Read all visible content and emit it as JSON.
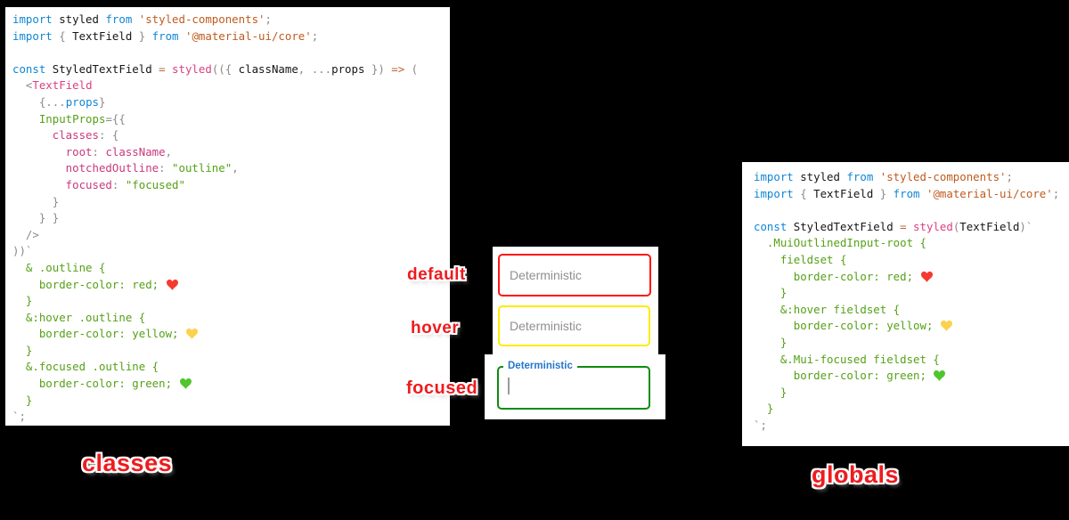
{
  "page": {
    "background": "#000000"
  },
  "annotations": {
    "default_label": "default",
    "hover_label": "hover",
    "focused_label": "focused",
    "classes_label": "classes",
    "globals_label": "globals",
    "color": "#ee1b1f"
  },
  "fields": {
    "placeholder": "Deterministic",
    "focused_floating_label": "Deterministic",
    "default_border": "#ff1414",
    "hover_border": "#ffeb00",
    "focused_border": "#0e8c0e",
    "focused_label_color": "#2578cc",
    "caret_color": "#9a9a9a"
  },
  "icons": {
    "heart_red": "#f5392e",
    "heart_yellow": "#fcd14d",
    "heart_green": "#4fc52e"
  },
  "token_colors": {
    "keyword": "#1086d3",
    "identifier": "#161616",
    "punctuation": "#8a8a8a",
    "string": "#bf5b1d",
    "component": "#dc3f82",
    "object_key": "#c9397e",
    "css_green": "#55a117",
    "operator": "#b4693a"
  },
  "left_code": {
    "lines": [
      [
        [
          "kw",
          "import "
        ],
        [
          "id",
          "styled "
        ],
        [
          "kw",
          "from "
        ],
        [
          "str",
          "'styled-components'"
        ],
        [
          "p",
          ";"
        ]
      ],
      [
        [
          "kw",
          "import "
        ],
        [
          "p",
          "{ "
        ],
        [
          "id",
          "TextField "
        ],
        [
          "p",
          "} "
        ],
        [
          "kw",
          "from "
        ],
        [
          "str",
          "'@material-ui/core'"
        ],
        [
          "p",
          ";"
        ]
      ],
      [],
      [
        [
          "kw",
          "const "
        ],
        [
          "id",
          "StyledTextField "
        ],
        [
          "op",
          "= "
        ],
        [
          "fn",
          "styled"
        ],
        [
          "p",
          "(({ "
        ],
        [
          "id",
          "className"
        ],
        [
          "p",
          ", ..."
        ],
        [
          "id",
          "props "
        ],
        [
          "p",
          "}) "
        ],
        [
          "op",
          "=> "
        ],
        [
          "p",
          "("
        ]
      ],
      [
        [
          "p",
          "  <"
        ],
        [
          "fn",
          "TextField"
        ]
      ],
      [
        [
          "p",
          "    {..."
        ],
        [
          "kw",
          "props"
        ],
        [
          "p",
          "}"
        ]
      ],
      [
        [
          "grn",
          "    InputProps"
        ],
        [
          "p",
          "={{"
        ]
      ],
      [
        [
          "key",
          "      classes"
        ],
        [
          "p",
          ": {"
        ]
      ],
      [
        [
          "key",
          "        root"
        ],
        [
          "p",
          ": "
        ],
        [
          "key",
          "className"
        ],
        [
          "p",
          ","
        ]
      ],
      [
        [
          "key",
          "        notchedOutline"
        ],
        [
          "p",
          ": "
        ],
        [
          "grn",
          "\"outline\""
        ],
        [
          "p",
          ","
        ]
      ],
      [
        [
          "key",
          "        focused"
        ],
        [
          "p",
          ": "
        ],
        [
          "grn",
          "\"focused\""
        ]
      ],
      [
        [
          "p",
          "      }"
        ]
      ],
      [
        [
          "p",
          "    } }"
        ]
      ],
      [
        [
          "p",
          "  />"
        ]
      ],
      [
        [
          "p",
          "))`"
        ]
      ],
      [
        [
          "grn",
          "  & .outline {"
        ]
      ],
      [
        [
          "grn",
          "    border-color: red; "
        ],
        [
          "heart-red",
          ""
        ]
      ],
      [
        [
          "grn",
          "  }"
        ]
      ],
      [
        [
          "grn",
          "  &:hover .outline {"
        ]
      ],
      [
        [
          "grn",
          "    border-color: yellow; "
        ],
        [
          "heart-yellow",
          ""
        ]
      ],
      [
        [
          "grn",
          "  }"
        ]
      ],
      [
        [
          "grn",
          "  &.focused .outline {"
        ]
      ],
      [
        [
          "grn",
          "    border-color: green; "
        ],
        [
          "heart-green",
          ""
        ]
      ],
      [
        [
          "grn",
          "  }"
        ]
      ],
      [
        [
          "p",
          "`;"
        ]
      ]
    ]
  },
  "right_code": {
    "lines": [
      [
        [
          "kw",
          "import "
        ],
        [
          "id",
          "styled "
        ],
        [
          "kw",
          "from "
        ],
        [
          "str",
          "'styled-components'"
        ],
        [
          "p",
          ";"
        ]
      ],
      [
        [
          "kw",
          "import "
        ],
        [
          "p",
          "{ "
        ],
        [
          "id",
          "TextField "
        ],
        [
          "p",
          "} "
        ],
        [
          "kw",
          "from "
        ],
        [
          "str",
          "'@material-ui/core'"
        ],
        [
          "p",
          ";"
        ]
      ],
      [],
      [
        [
          "kw",
          "const "
        ],
        [
          "id",
          "StyledTextField "
        ],
        [
          "op",
          "= "
        ],
        [
          "fn",
          "styled"
        ],
        [
          "p",
          "("
        ],
        [
          "id",
          "TextField"
        ],
        [
          "p",
          ")`"
        ]
      ],
      [
        [
          "grn",
          "  .MuiOutlinedInput-root {"
        ]
      ],
      [
        [
          "grn",
          "    fieldset {"
        ]
      ],
      [
        [
          "grn",
          "      border-color: red; "
        ],
        [
          "heart-red",
          ""
        ]
      ],
      [
        [
          "grn",
          "    }"
        ]
      ],
      [
        [
          "grn",
          "    &:hover fieldset {"
        ]
      ],
      [
        [
          "grn",
          "      border-color: yellow; "
        ],
        [
          "heart-yellow",
          ""
        ]
      ],
      [
        [
          "grn",
          "    }"
        ]
      ],
      [
        [
          "grn",
          "    &.Mui-focused fieldset {"
        ]
      ],
      [
        [
          "grn",
          "      border-color: green; "
        ],
        [
          "heart-green",
          ""
        ]
      ],
      [
        [
          "grn",
          "    }"
        ]
      ],
      [
        [
          "grn",
          "  }"
        ]
      ],
      [
        [
          "p",
          "`;"
        ]
      ]
    ]
  }
}
